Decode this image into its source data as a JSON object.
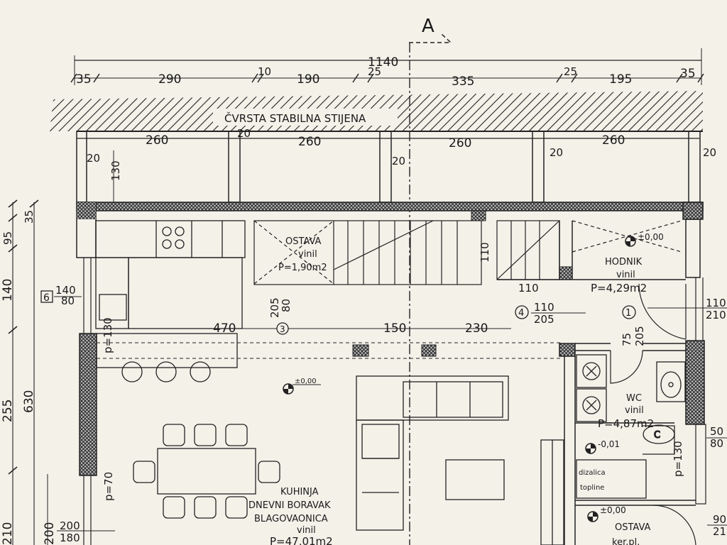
{
  "section_marker": "A",
  "overall_dimension": "1140",
  "top_dimensions": [
    "35",
    "290",
    "10",
    "190",
    "25",
    "335",
    "25",
    "195",
    "35"
  ],
  "rock_label": "ČVRSTA STABILNA STIJENA",
  "foundation_dimensions": [
    "260",
    "20",
    "260",
    "260",
    "20",
    "260",
    "20"
  ],
  "small_dims": {
    "d20_left": "20",
    "d20_mid": "20",
    "d20_right": "20",
    "d20_far": "20",
    "d130": "130",
    "d110_stair": "110",
    "d110_bottom": "110",
    "d80": "80",
    "d205": "205",
    "d470": "470",
    "d150": "150",
    "d230": "230",
    "d110_node": "110",
    "d205_node": "205",
    "d75": "75",
    "d205_wc": "205",
    "p130": "p=130",
    "p70": "p=70",
    "p130_wc": "p=130",
    "d140": "140",
    "d80_win": "80",
    "d200": "200",
    "d180": "180",
    "d110_right": "110",
    "d210_right": "210",
    "d50": "50",
    "d80_right": "80",
    "d90": "90",
    "d21": "21"
  },
  "left_dimensions": [
    "35",
    "95",
    "140",
    "255",
    "630",
    "210"
  ],
  "markers": {
    "m3": "3",
    "m4": "4",
    "m1": "1",
    "m6": "6"
  },
  "levels": {
    "kitchen": "±0,00",
    "hall": "±0,00",
    "utility": "-0,01",
    "storage": "±0,00"
  },
  "rooms": {
    "storage_top": {
      "name": "OSTAVA",
      "floor": "vinil",
      "area": "P=1,90m2"
    },
    "hallway": {
      "name": "HODNIK",
      "floor": "vinil",
      "area": "P=4,29m2"
    },
    "wc": {
      "name": "WC",
      "floor": "vinil",
      "area": "P=4,87m2"
    },
    "living": {
      "line1": "KUHINJA",
      "line2": "DNEVNI BORAVAK",
      "line3": "BLAGOVAONICA",
      "floor": "vinil",
      "area": "P=47,01m2"
    },
    "heat_pump": {
      "line1": "dizalica",
      "line2": "topline"
    },
    "storage_bottom": {
      "name": "OSTAVA",
      "floor": "ker.pl."
    }
  }
}
